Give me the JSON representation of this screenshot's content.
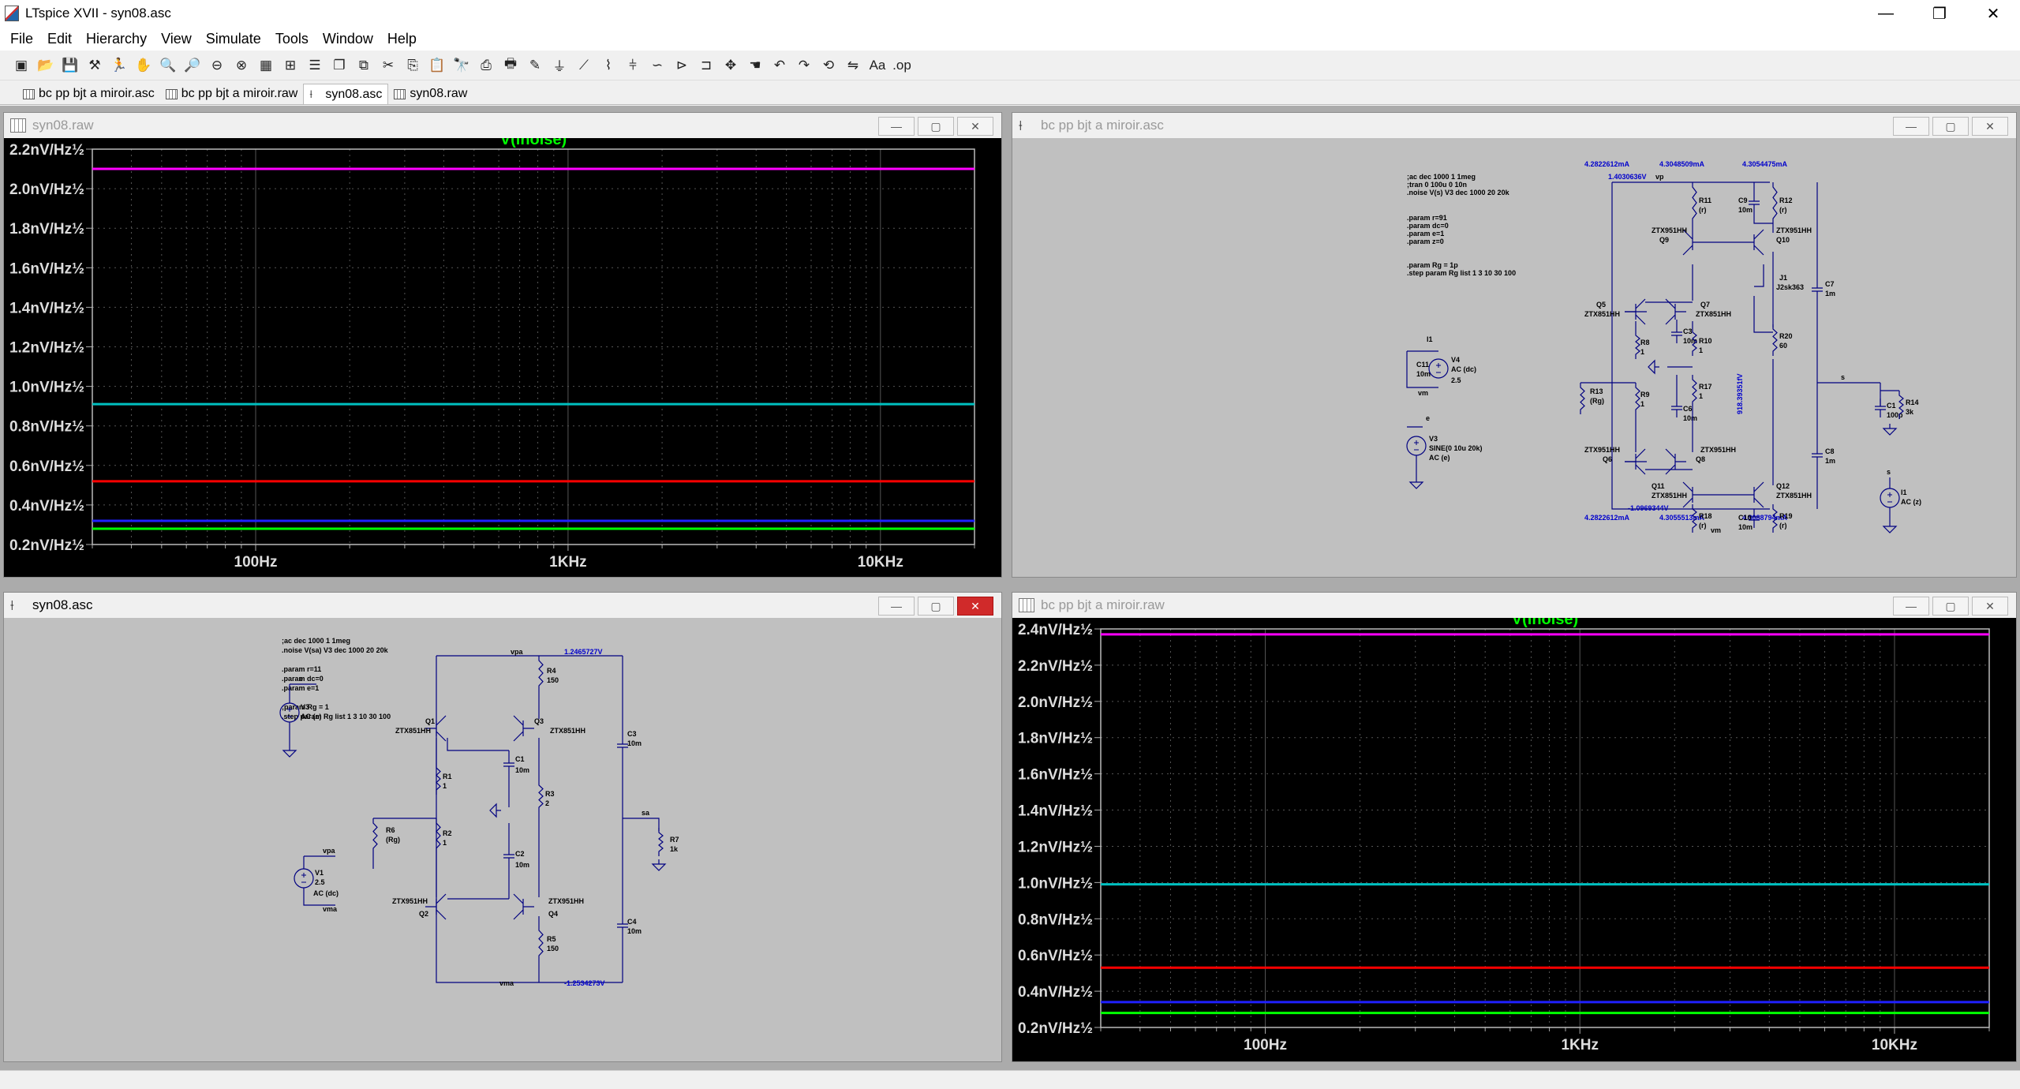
{
  "window": {
    "title": "LTspice XVII - syn08.asc",
    "min": "—",
    "restore": "❐",
    "close": "✕"
  },
  "menu": [
    "File",
    "Edit",
    "Hierarchy",
    "View",
    "Simulate",
    "Tools",
    "Window",
    "Help"
  ],
  "tabs": [
    {
      "label": "bc pp bjt a miroir.asc",
      "kind": "raw"
    },
    {
      "label": "bc pp bjt a miroir.raw",
      "kind": "raw"
    },
    {
      "label": "syn08.asc",
      "kind": "sch"
    },
    {
      "label": "syn08.raw",
      "kind": "raw"
    }
  ],
  "colors": {
    "magenta": "#ff00ff",
    "cyan": "#00c0c0",
    "red": "#ff0000",
    "blue": "#2020ff",
    "green": "#00ff00",
    "op": "#0000cc",
    "wire": "#000080"
  },
  "plots": [
    {
      "title": "syn08.raw",
      "chart_data": {
        "type": "line",
        "title": "V(inoise)",
        "xscale": "log",
        "xlim": [
          30,
          20000
        ],
        "ylim": [
          0.2,
          2.2
        ],
        "yticks": [
          0.2,
          0.4,
          0.6,
          0.8,
          1.0,
          1.2,
          1.4,
          1.6,
          1.8,
          2.0,
          2.2
        ],
        "ytick_labels": [
          "0.2nV/Hz½",
          "0.4nV/Hz½",
          "0.6nV/Hz½",
          "0.8nV/Hz½",
          "1.0nV/Hz½",
          "1.2nV/Hz½",
          "1.4nV/Hz½",
          "1.6nV/Hz½",
          "1.8nV/Hz½",
          "2.0nV/Hz½",
          "2.2nV/Hz½"
        ],
        "xticks": [
          100,
          1000,
          10000
        ],
        "xtick_labels": [
          "100Hz",
          "1KHz",
          "10KHz"
        ],
        "grid": true,
        "series": [
          {
            "color": "#ff00ff",
            "x": [
              30,
              20000
            ],
            "values": [
              2.1,
              2.1
            ]
          },
          {
            "color": "#00c0c0",
            "x": [
              30,
              20000
            ],
            "values": [
              0.91,
              0.91
            ]
          },
          {
            "color": "#ff0000",
            "x": [
              30,
              20000
            ],
            "values": [
              0.52,
              0.52
            ]
          },
          {
            "color": "#2020ff",
            "x": [
              30,
              20000
            ],
            "values": [
              0.32,
              0.32
            ]
          },
          {
            "color": "#00ff00",
            "x": [
              30,
              20000
            ],
            "values": [
              0.28,
              0.28
            ]
          }
        ]
      }
    },
    {
      "title": "bc pp bjt a miroir.raw",
      "chart_data": {
        "type": "line",
        "title": "V(inoise)",
        "xscale": "log",
        "xlim": [
          30,
          20000
        ],
        "ylim": [
          0.2,
          2.4
        ],
        "yticks": [
          0.2,
          0.4,
          0.6,
          0.8,
          1.0,
          1.2,
          1.4,
          1.6,
          1.8,
          2.0,
          2.2,
          2.4
        ],
        "ytick_labels": [
          "0.2nV/Hz½",
          "0.4nV/Hz½",
          "0.6nV/Hz½",
          "0.8nV/Hz½",
          "1.0nV/Hz½",
          "1.2nV/Hz½",
          "1.4nV/Hz½",
          "1.6nV/Hz½",
          "1.8nV/Hz½",
          "2.0nV/Hz½",
          "2.2nV/Hz½",
          "2.4nV/Hz½"
        ],
        "xticks": [
          100,
          1000,
          10000
        ],
        "xtick_labels": [
          "100Hz",
          "1KHz",
          "10KHz"
        ],
        "grid": true,
        "series": [
          {
            "color": "#ff00ff",
            "x": [
              30,
              20000
            ],
            "values": [
              2.37,
              2.37
            ]
          },
          {
            "color": "#00c0c0",
            "x": [
              30,
              20000
            ],
            "values": [
              0.99,
              0.99
            ]
          },
          {
            "color": "#ff0000",
            "x": [
              30,
              20000
            ],
            "values": [
              0.53,
              0.53
            ]
          },
          {
            "color": "#2020ff",
            "x": [
              30,
              20000
            ],
            "values": [
              0.34,
              0.34
            ]
          },
          {
            "color": "#00ff00",
            "x": [
              30,
              20000
            ],
            "values": [
              0.28,
              0.28
            ]
          }
        ]
      }
    }
  ],
  "schA": {
    "title": "bc pp bjt a miroir.asc",
    "directives": [
      ";ac dec 1000 1 1meg",
      ";tran 0 100u 0 10n",
      ".noise V(s) V3 dec 1000 20 20k",
      "",
      ".param r=91",
      ".param dc=0",
      ".param e=1",
      ".param z=0",
      "",
      ".param Rg = 1p",
      ".step param Rg list 1 3 10 30 100"
    ],
    "op": [
      "4.2822612mA",
      "4.3048509mA",
      "4.3054475mA",
      "1.4030636V",
      "-1.0969344V",
      "918.39351fV",
      "4.2822612mA",
      "4.3055513mA",
      "4.3088794mA"
    ],
    "labels": [
      "vp",
      "R11",
      "(r)",
      "C9",
      "10m",
      "R12",
      "(r)",
      "ZTX951HH",
      "Q9",
      "ZTX951HH",
      "Q10",
      "J1",
      "J2sk363",
      "R20",
      "60",
      "C7",
      "1m",
      "Q5",
      "ZTX851HH",
      "Q7",
      "ZTX851HH",
      "C3",
      "10m",
      "R10",
      "1",
      "R8",
      "1",
      "R13",
      "(Rg)",
      "R9",
      "1",
      "R17",
      "1",
      "C6",
      "10m",
      "s",
      "C1",
      "100p",
      "R14",
      "3k",
      "ZTX951HH",
      "Q6",
      "ZTX951HH",
      "Q8",
      "C8",
      "1m",
      "Q11",
      "ZTX851HH",
      "Q12",
      "ZTX851HH",
      "R18",
      "(r)",
      "C10",
      "10m",
      "R19",
      "(r)",
      "vm",
      "e",
      "V3",
      "SINE(0 10u 20k)",
      "AC (e)",
      "vp",
      "C11",
      "10m",
      "V4",
      "AC (dc)",
      "2.5",
      "vm",
      "s",
      "I1",
      "AC (z)"
    ]
  },
  "schB": {
    "title": "syn08.asc",
    "directives": [
      ";ac dec 1000 1 1meg",
      ".noise V(sa) V3 dec 1000 20 20k",
      "",
      ".param r=11",
      ".param dc=0",
      ".param e=1",
      "",
      ";param Rg = 1",
      ".step param Rg list 1 3 10 30 100"
    ],
    "op": [
      "1.2465727V",
      "-1.2534273V"
    ],
    "labels": [
      "vpa",
      "R4",
      "150",
      "Q1",
      "ZTX851HH",
      "Q3",
      "ZTX851HH",
      "C3",
      "10m",
      "C1",
      "10m",
      "R1",
      "1",
      "R3",
      "2",
      "sa",
      "R7",
      "1k",
      "R6",
      "(Rg)",
      "R2",
      "1",
      "C2",
      "10m",
      "ZTX951HH",
      "Q2",
      "ZTX951HH",
      "Q4",
      "C4",
      "10m",
      "R5",
      "150",
      "vma",
      "e",
      "V3",
      "AC (e)",
      "vpa",
      "V1",
      "2.5",
      "AC (dc)",
      "vma"
    ]
  }
}
